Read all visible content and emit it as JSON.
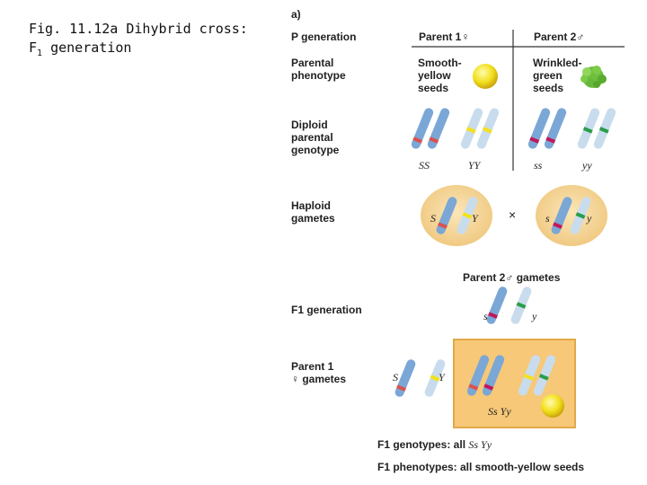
{
  "caption": {
    "line1": "Fig. 11.12a  Dihybrid cross:",
    "line2_prefix": "F",
    "line2_sub": "1",
    "line2_rest": " generation"
  },
  "panel_label": "a)",
  "rows": {
    "p_generation": "P generation",
    "parental_phenotype": [
      "Parental",
      "phenotype"
    ],
    "diploid_genotype": [
      "Diploid",
      "parental",
      "genotype"
    ],
    "haploid_gametes": [
      "Haploid",
      "gametes"
    ],
    "f1_generation": "F1 generation",
    "parent1_gametes": [
      "Parent 1",
      "♀ gametes"
    ]
  },
  "parents": {
    "parent1": "Parent 1♀",
    "parent2": "Parent 2♂",
    "phenotype1": [
      "Smooth-",
      "yellow",
      "seeds"
    ],
    "phenotype2": [
      "Wrinkled-",
      "green",
      "seeds"
    ]
  },
  "genotypes": {
    "p1_a": "SS",
    "p1_b": "YY",
    "p2_a": "ss",
    "p2_b": "yy"
  },
  "gametes": {
    "p1_s": "S",
    "p1_y": "Y",
    "p2_s": "s",
    "p2_y": "y",
    "cross": "×"
  },
  "parent2_gametes_label": "Parent 2♂ gametes",
  "f1": {
    "top_s": "s",
    "top_y": "y",
    "left_s": "S",
    "left_y": "Y",
    "genotype_label": "Ss Yy",
    "genotypes_line_prefix": "F1 genotypes: all ",
    "genotypes_line_value": "Ss Yy",
    "phenotypes_line": "F1 phenotypes: all smooth-yellow seeds"
  },
  "colors": {
    "chrom": "#7aa7d6",
    "chrom_light": "#c9dcee",
    "red": "#d9534f",
    "yellow": "#f2e21a",
    "green": "#2a9d4b",
    "magenta": "#c2185b",
    "cell": "#f3d49a",
    "box": "#f5c777",
    "seed": "#f0e020"
  }
}
